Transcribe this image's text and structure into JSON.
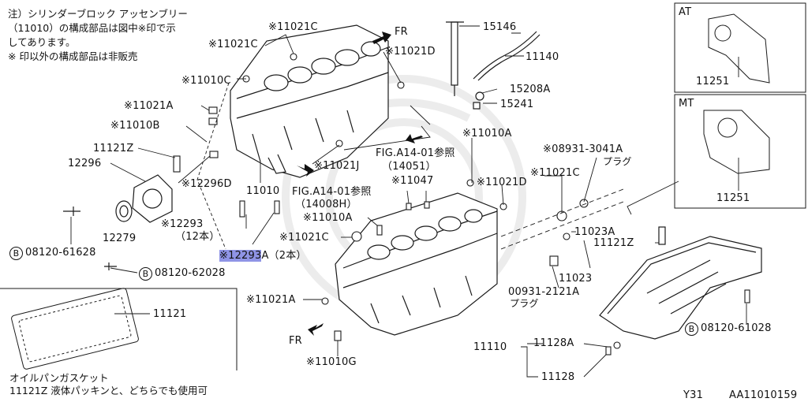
{
  "notes": {
    "top_line1": "注）シリンダーブロック アッセンブリー",
    "top_line2": "（11010）の構成部品は図中※印で示",
    "top_line3": "してあります。",
    "top_line4": "※ 印以外の構成部品は非販売",
    "gasket_line1": "オイルパンガスケット",
    "gasket_line2": "11121Z 液体パッキンと、どちらでも使用可"
  },
  "panels": {
    "at": "AT",
    "mt": "MT"
  },
  "labels": {
    "p11021c_a": "※11021C",
    "p11021c_b": "※11021C",
    "p11010c": "※11010C",
    "p11021a_a": "※11021A",
    "p11010b": "※11010B",
    "p11121z_a": "11121Z",
    "p12296": "12296",
    "p12296d": "※12296D",
    "p11010": "11010",
    "p11021j": "※11021J",
    "fr_top": "FR",
    "p11021d_a": "※11021D",
    "p15146": "15146",
    "p11140": "11140",
    "p15208a": "15208A",
    "p15241": "15241",
    "fig1": "FIG.A14-01参照",
    "fig1_sub": "（14051）",
    "p11010a_a": "※11010A",
    "p08931": "※08931-3041A",
    "plug_a": "プラグ",
    "p11021c_c": "※11021C",
    "p11021d_b": "※11021D",
    "p11047": "※11047",
    "fig2": "FIG.A14-01参照",
    "fig2_sub": "（14008H）",
    "p11010a_b": "※11010A",
    "p11021c_d": "※11021C",
    "p12293": "※12293",
    "p12293_sub": "（12本）",
    "p12293a_hl": "※12293",
    "p12293a_rest": "A（2本）",
    "p12279": "12279",
    "b_08120_61628": "08120-61628",
    "b_08120_62028": "08120-62028",
    "b_08120_61028": "08120-61028",
    "bolt_mark": "B",
    "p11023a": "11023A",
    "p11121z_b": "11121Z",
    "p11023": "11023",
    "p00931": "00931-2121A",
    "plug_b": "プラグ",
    "p11021a_b": "※11021A",
    "p11121": "11121",
    "fr_bottom": "FR",
    "p11010g": "※11010G",
    "p11110": "11110",
    "p11128a": "11128A",
    "p11128": "11128",
    "p11251_at": "11251",
    "p11251_mt": "11251",
    "footer_model": "Y31",
    "footer_code": "AA11010159"
  },
  "colors": {
    "highlight": "#8f94e6",
    "line": "#1a1a1a",
    "watermark": "#ececec"
  }
}
